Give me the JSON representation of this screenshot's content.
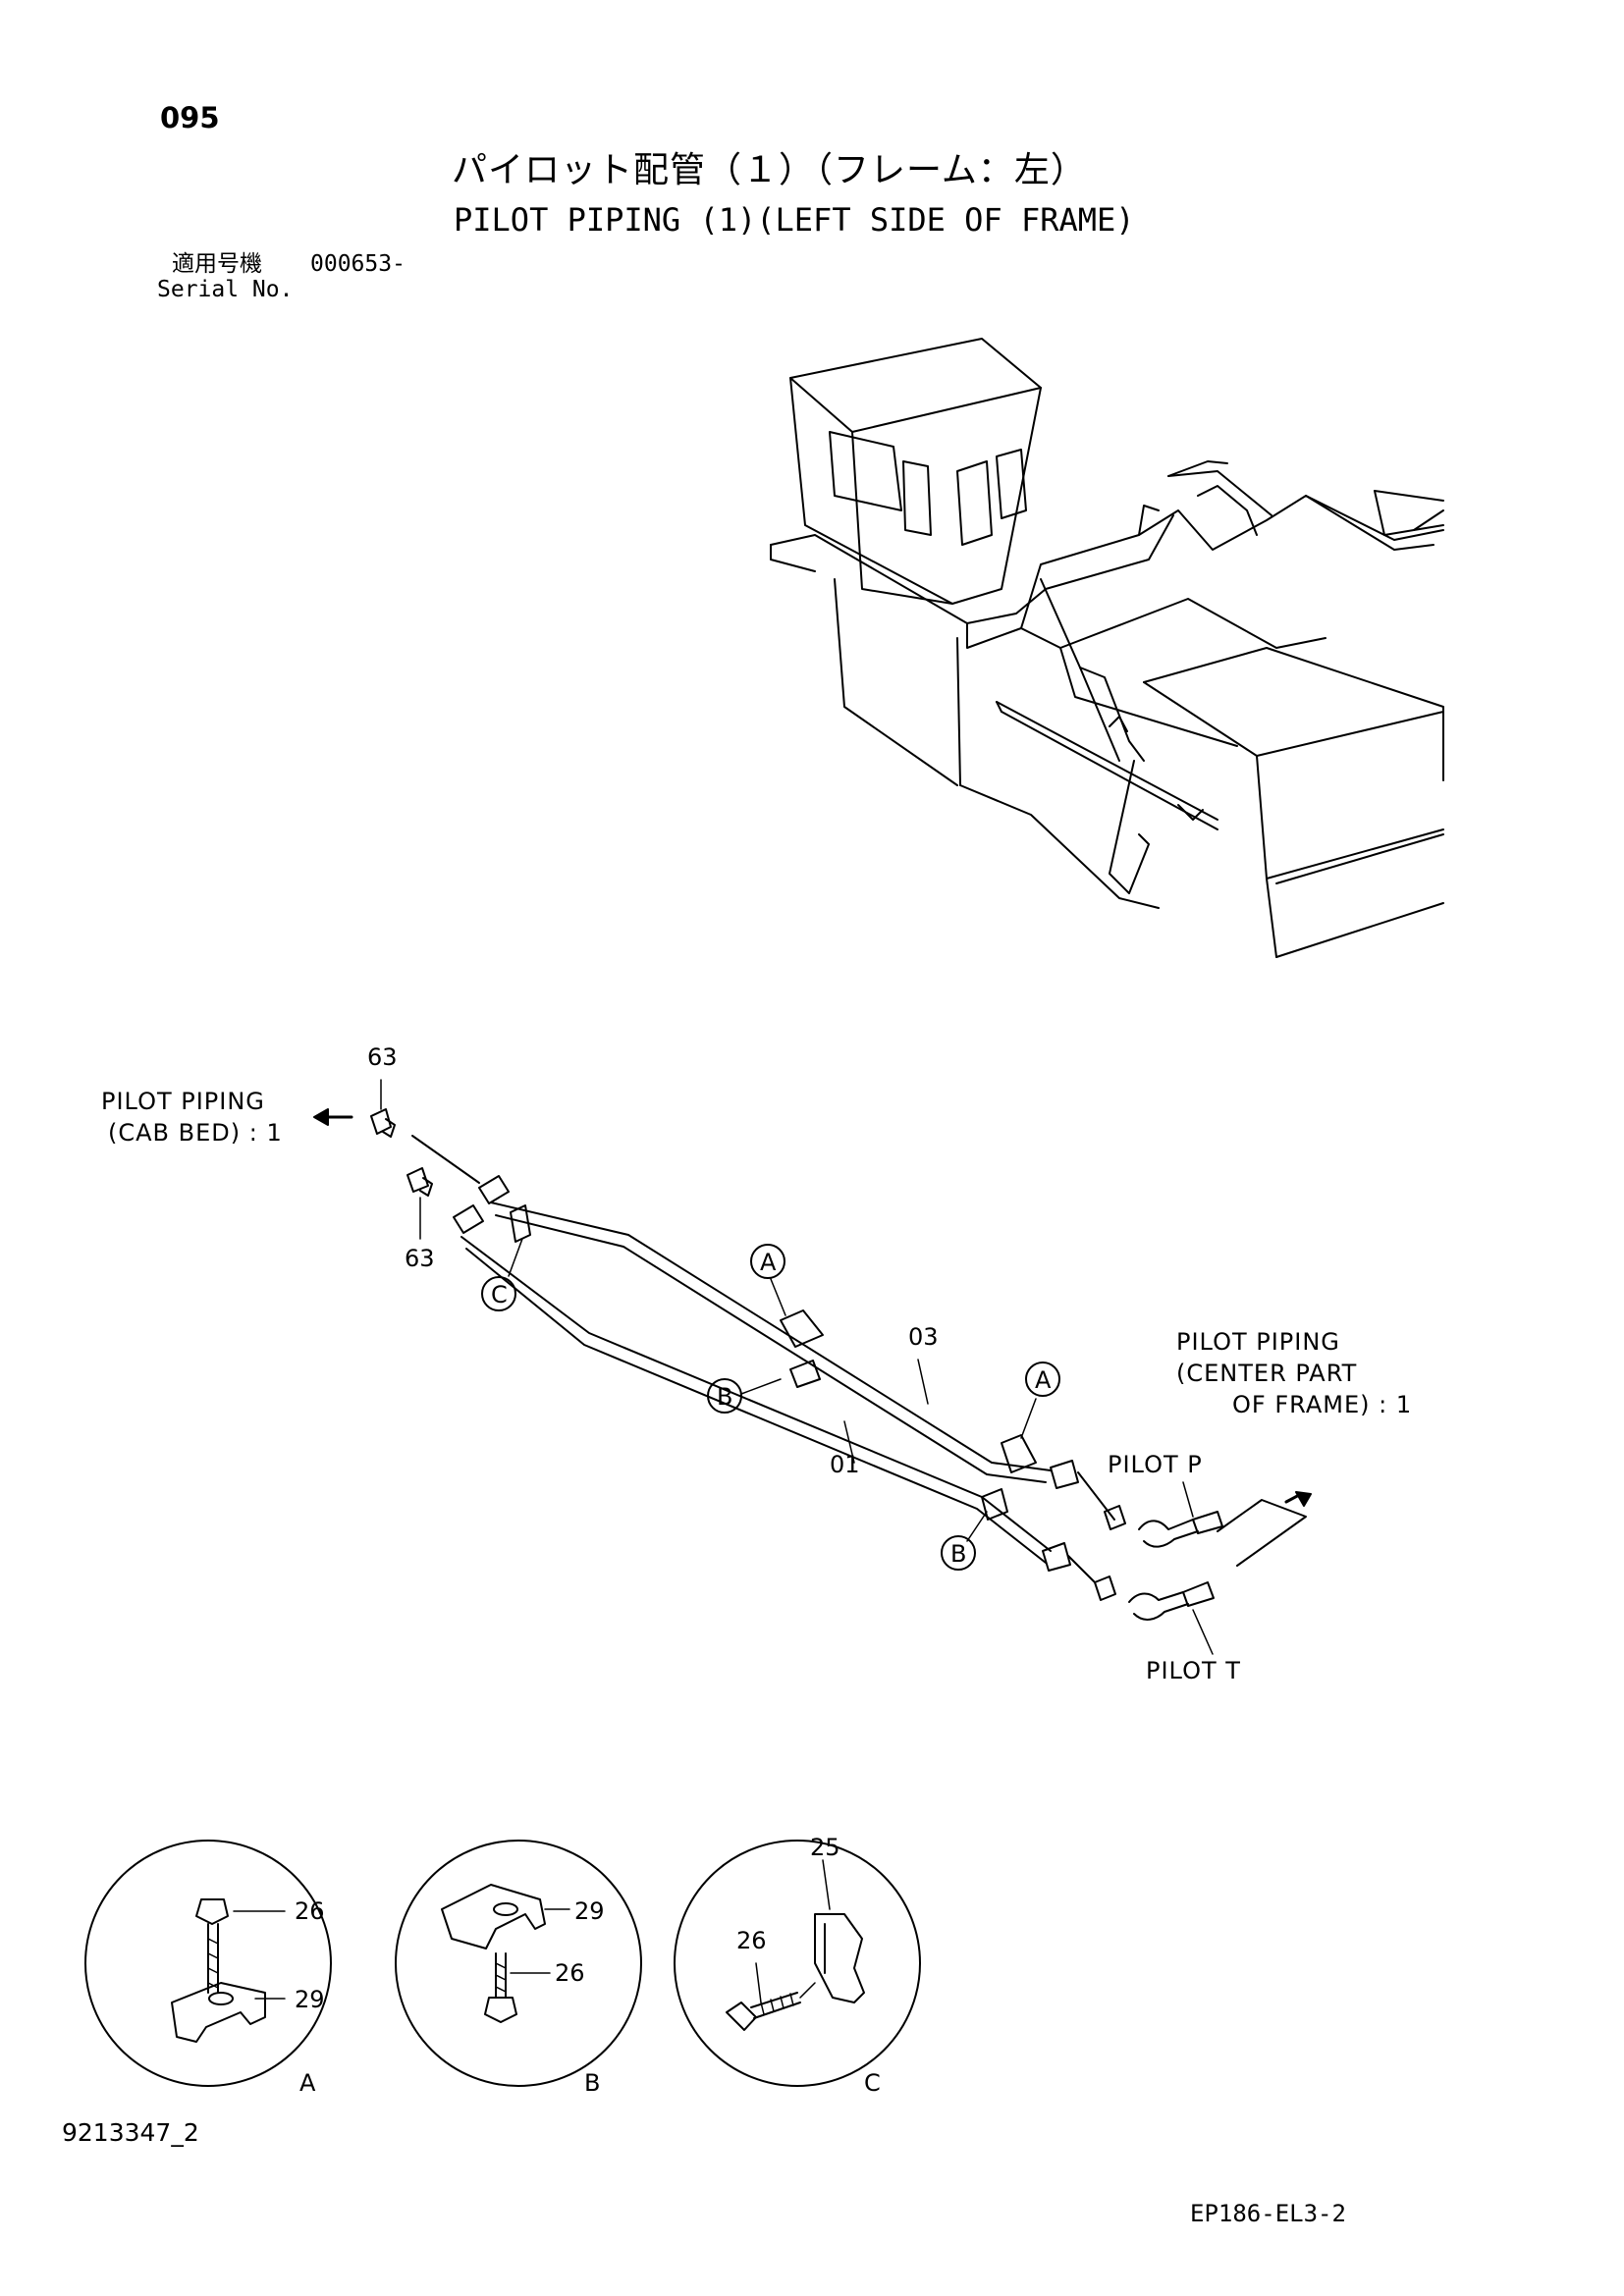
{
  "header": {
    "page_number": "095",
    "title_jp": "パイロット配管（１）（フレーム：左）",
    "title_en": "PILOT PIPING (1)(LEFT SIDE OF FRAME)",
    "serial_label_jp": "適用号機",
    "serial_value": "000653-",
    "serial_label_en": "Serial No."
  },
  "diagram": {
    "callouts": {
      "to_cab_bed_line1": "PILOT PIPING",
      "to_cab_bed_line2": "(CAB BED) : 1",
      "to_center_line1": "PILOT PIPING",
      "to_center_line2": "(CENTER PART",
      "to_center_line3": "OF FRAME) : 1",
      "pilot_p": "PILOT  P",
      "pilot_t": "PILOT  T"
    },
    "part_numbers": {
      "elbow_upper": "63",
      "elbow_lower": "63",
      "pipe_upper": "03",
      "pipe_lower": "01"
    },
    "clamp_markers": [
      "A",
      "A",
      "B",
      "B",
      "C"
    ],
    "details": [
      {
        "letter": "A",
        "parts": [
          "26",
          "29"
        ]
      },
      {
        "letter": "B",
        "parts": [
          "29",
          "26"
        ]
      },
      {
        "letter": "C",
        "parts": [
          "25",
          "26"
        ]
      }
    ]
  },
  "footer": {
    "figure_number": "9213347_2",
    "sheet_id": "EP186-EL3-2"
  }
}
